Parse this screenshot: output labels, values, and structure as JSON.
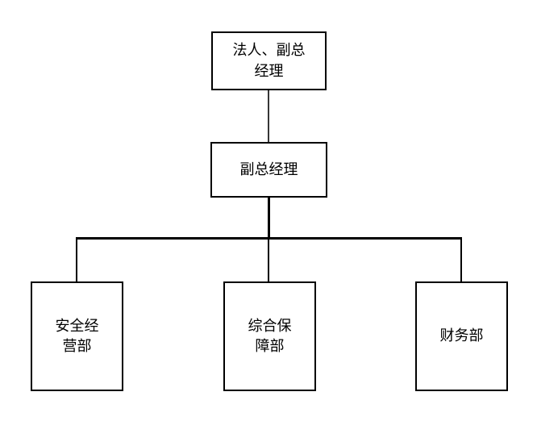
{
  "diagram": {
    "type": "org-chart",
    "colors": {
      "background": "#ffffff",
      "box_border": "#000000",
      "box_fill": "#ffffff",
      "text": "#000000",
      "connector": "#000000",
      "connector_top": "#363636"
    },
    "nodes": {
      "root": {
        "label": "法人、副总经理",
        "lines": [
          "法人、副总",
          "经理"
        ]
      },
      "deputy": {
        "label": "副总经理",
        "lines": [
          "副总经理"
        ]
      },
      "dept1": {
        "label": "安全经营部",
        "lines": [
          "安全经",
          "营部"
        ]
      },
      "dept2": {
        "label": "综合保障部",
        "lines": [
          "综合保",
          "障部"
        ]
      },
      "dept3": {
        "label": "财务部",
        "lines": [
          "财务部"
        ]
      }
    },
    "edges": [
      {
        "from": "root",
        "to": "deputy"
      },
      {
        "from": "deputy",
        "to": "dept1"
      },
      {
        "from": "deputy",
        "to": "dept2"
      },
      {
        "from": "deputy",
        "to": "dept3"
      }
    ]
  }
}
